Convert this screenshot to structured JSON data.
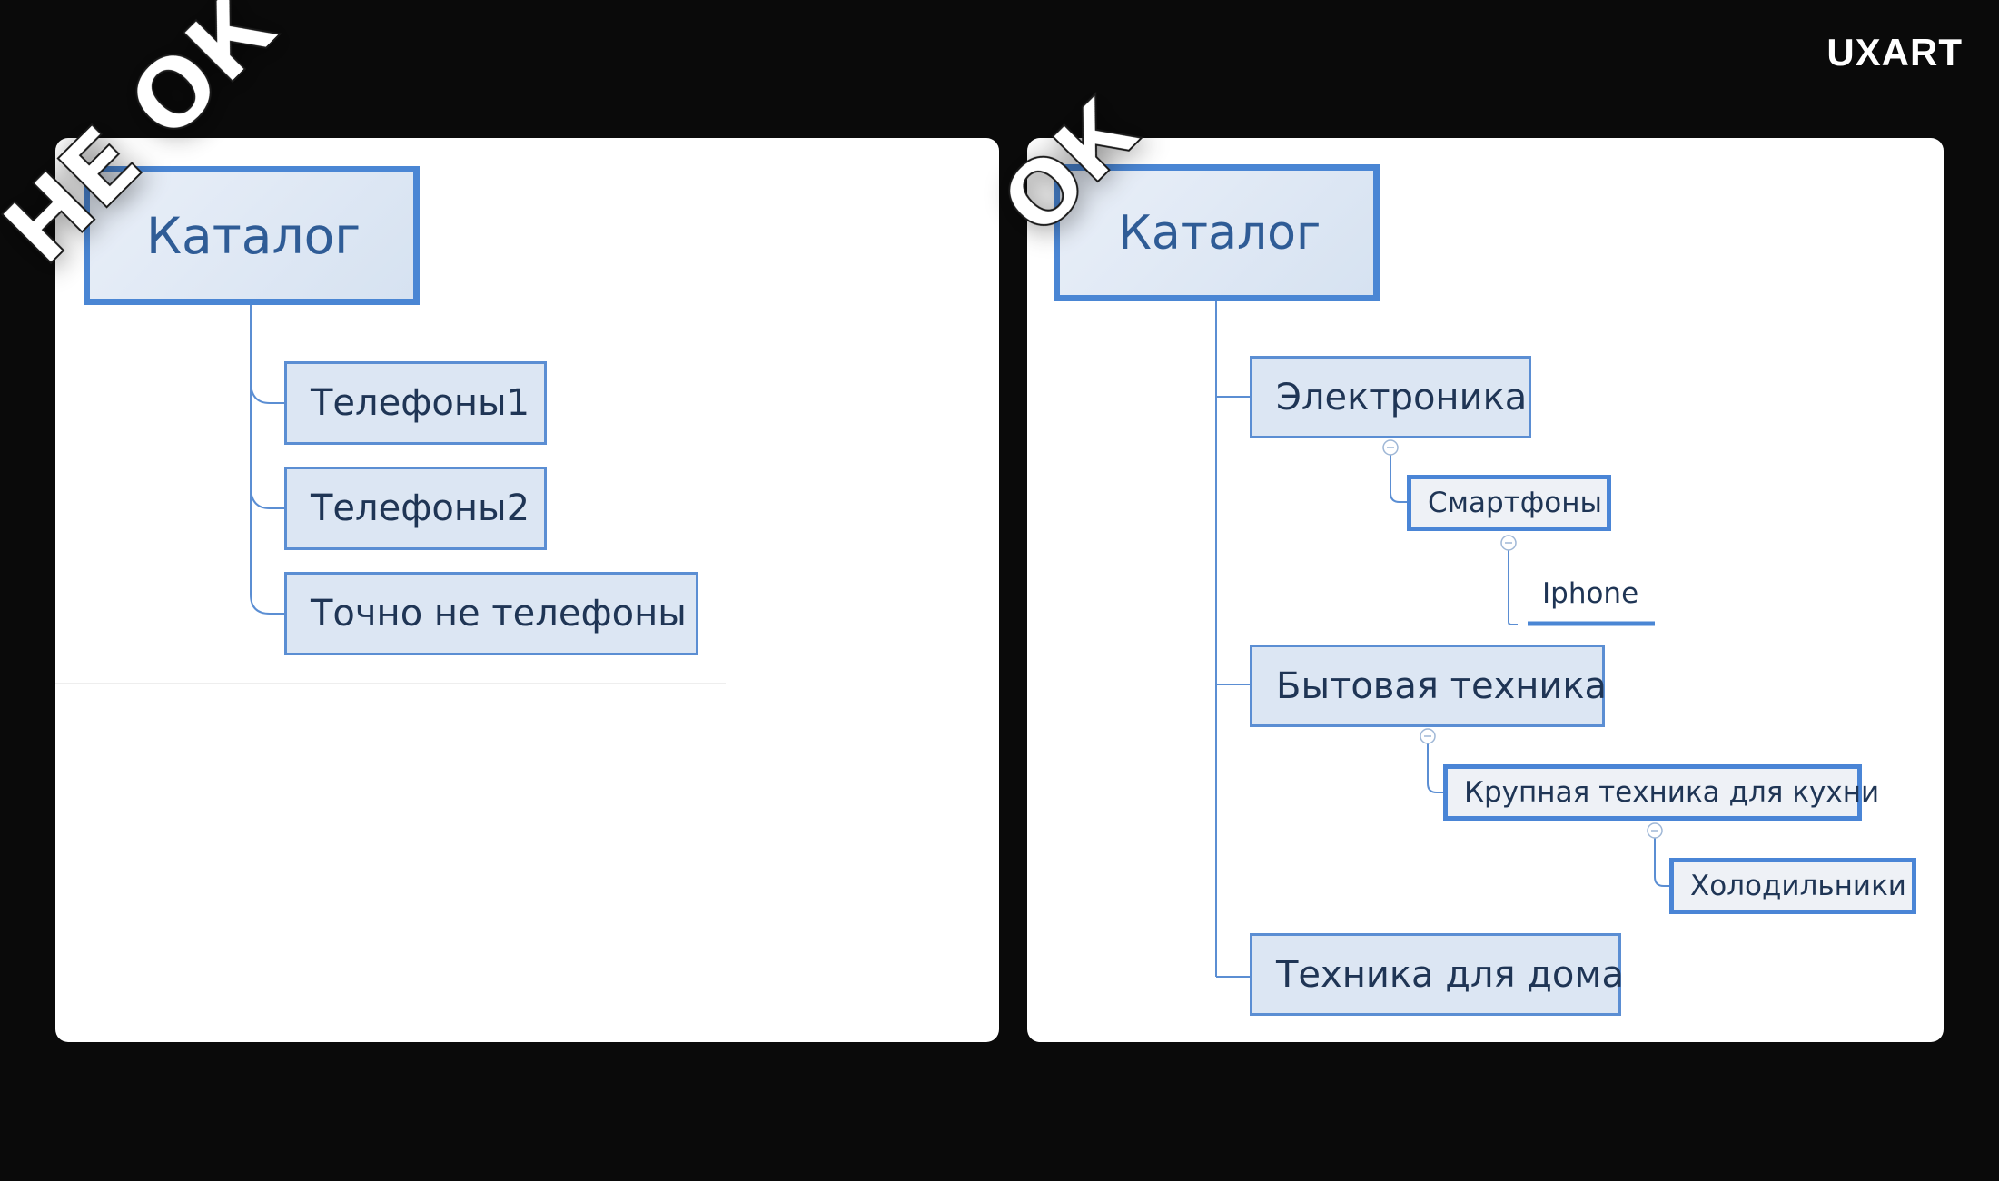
{
  "brand": "UXART",
  "stamps": {
    "bad": "НЕ ОК",
    "good": "ОК"
  },
  "left_panel": {
    "root": "Каталог",
    "children": [
      "Телефоны1",
      "Телефоны2",
      "Точно не телефоны"
    ]
  },
  "right_panel": {
    "root": "Каталог",
    "electronics": "Электроника",
    "smartphones": "Смартфоны",
    "iphone": "Iphone",
    "appliances": "Бытовая техника",
    "kitchen": "Крупная техника для кухни",
    "fridges": "Холодильники",
    "home": "Техника для дома"
  },
  "colors": {
    "background": "#0a0a0a",
    "node_border": "#4a86d4",
    "node_fill": "#dce6f3",
    "connector": "#5b8ed3"
  }
}
